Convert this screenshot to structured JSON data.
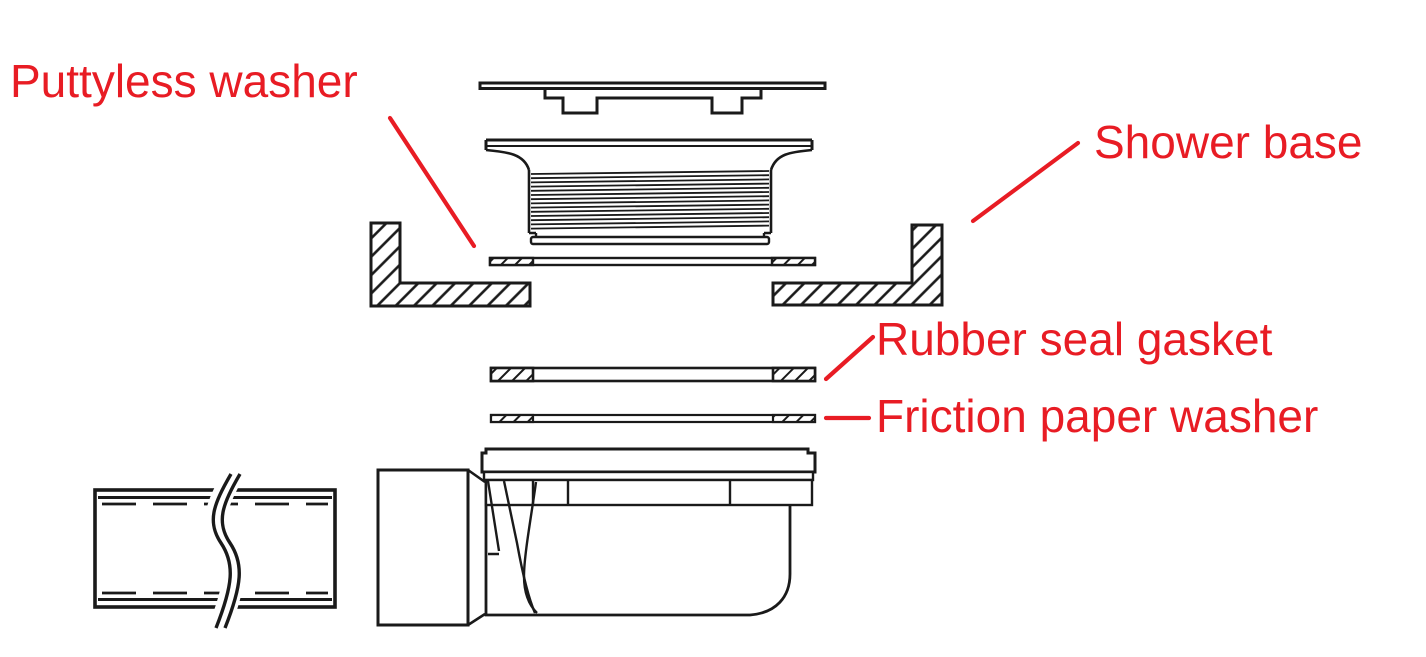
{
  "labels": [
    {
      "id": "puttyless-washer",
      "text": "Puttyless washer"
    },
    {
      "id": "shower-base",
      "text": "Shower base"
    },
    {
      "id": "rubber-seal-gasket",
      "text": "Rubber seal gasket"
    },
    {
      "id": "friction-paper-washer",
      "text": "Friction paper washer"
    }
  ],
  "colors": {
    "label_red": "#e81c24",
    "line_black": "#1a1a1a",
    "background": "#ffffff"
  }
}
